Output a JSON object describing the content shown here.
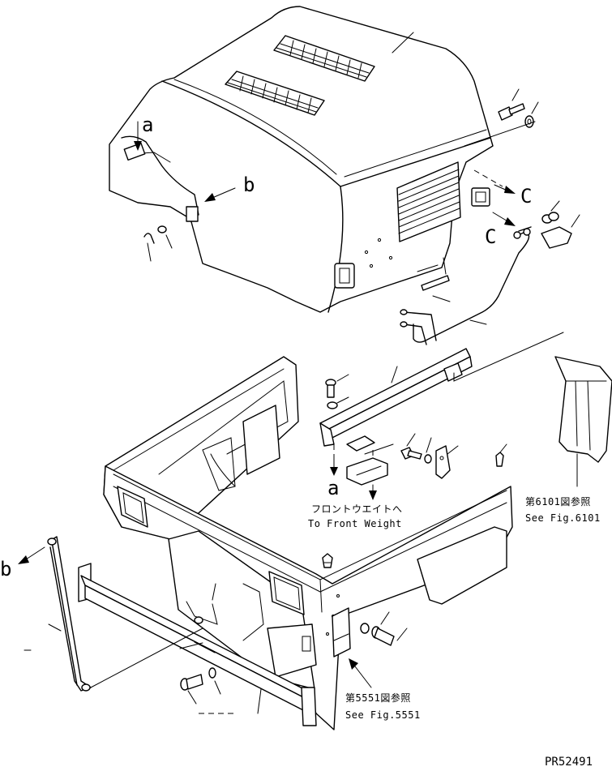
{
  "labels": {
    "a_top": "a",
    "a_bottom": "a",
    "b_right": "b",
    "b_left": "b",
    "c_upper": "C",
    "c_lower": "C"
  },
  "notes": {
    "front_weight_jp": "フロントウエイトへ",
    "front_weight_en": "To Front Weight",
    "fig6101_jp": "第6101図参照",
    "fig6101_en": "See Fig.6101",
    "fig5551_jp": "第5551図参照",
    "fig5551_en": "See Fig.5551"
  },
  "drawing_number": "PR52491"
}
